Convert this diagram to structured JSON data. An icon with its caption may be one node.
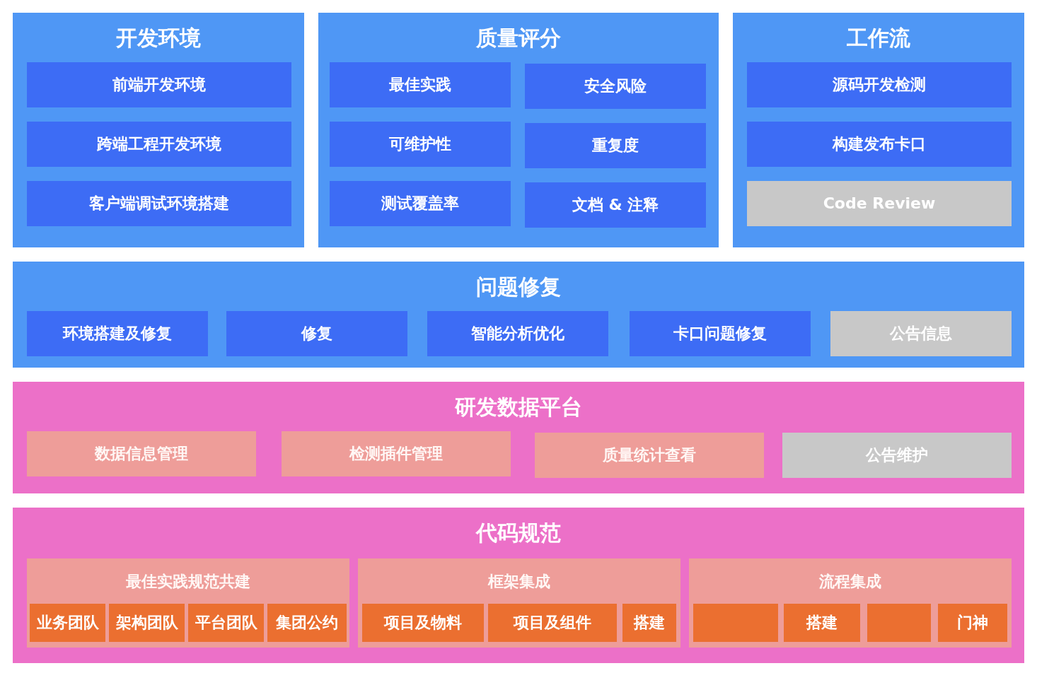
{
  "diagram": {
    "nodes": [
      {
        "text": [
          "开发环境"
        ]
      },
      {
        "text": [
          "前端开发环境"
        ],
        "in": 0
      },
      {
        "text": [
          "跨端工程开发环境"
        ],
        "in": 0
      },
      {
        "text": [
          "客户端调试环境搭建"
        ],
        "in": 0
      },
      {
        "text": [
          "质量评分"
        ]
      },
      {
        "text": [
          "最佳实践"
        ],
        "in": 4
      },
      {
        "text": [
          "安全风险"
        ],
        "in": 4
      },
      {
        "text": [
          "可维护性"
        ],
        "in": 4
      },
      {
        "text": [
          "重复度"
        ],
        "in": 4
      },
      {
        "text": [
          "测试覆盖率"
        ],
        "in": 4
      },
      {
        "text": [
          "文档 & 注释"
        ],
        "in": 4
      },
      {
        "text": [
          "工作流"
        ]
      },
      {
        "text": [
          "源码开发检测"
        ],
        "in": 11
      },
      {
        "text": [
          "构建发布卡口"
        ],
        "in": 11
      },
      {
        "text": [
          "Code Review"
        ],
        "in": 11
      },
      {
        "text": [
          "问题修复"
        ]
      },
      {
        "text": [
          "环境搭建及修复"
        ],
        "in": 15
      },
      {
        "text": [
          "修复"
        ],
        "in": 15
      },
      {
        "text": [
          "智能分析优化"
        ],
        "in": 15
      },
      {
        "text": [
          "卡口问题修复"
        ],
        "in": 15
      },
      {
        "text": [
          "公告信息"
        ],
        "in": 15
      },
      {
        "text": [
          "研发数据平台"
        ]
      },
      {
        "text": [
          "数据信息管理"
        ],
        "in": 21
      },
      {
        "text": [
          "检测插件管理"
        ],
        "in": 21
      },
      {
        "text": [
          "质量统计查看"
        ],
        "in": 21
      },
      {
        "text": [
          "公告维护"
        ],
        "in": 21
      },
      {
        "text": [
          "代码规范"
        ]
      },
      {
        "text": [
          "最佳实践规范共建"
        ],
        "in": 26
      },
      {
        "text": [
          "业务团队"
        ],
        "in": 27
      },
      {
        "text": [
          "架构团队"
        ],
        "in": 27
      },
      {
        "text": [
          "平台团队"
        ],
        "in": 27
      },
      {
        "text": [
          "集团公约"
        ],
        "in": 27
      },
      {
        "text": [
          "框架集成"
        ],
        "in": 26
      },
      {
        "text": [
          "项目及物料"
        ],
        "in": 32
      },
      {
        "text": [
          "项目及组件"
        ],
        "in": 32
      },
      {
        "text": [
          "搭建"
        ],
        "in": 32
      },
      {
        "text": [
          "流程集成"
        ],
        "in": 26
      },
      {
        "text": [],
        "shape": "box",
        "in": 36
      },
      {
        "text": [
          "搭建"
        ],
        "in": 36
      },
      {
        "text": [],
        "shape": "box",
        "in": 36
      },
      {
        "text": [
          "门神"
        ],
        "in": 36
      }
    ]
  }
}
